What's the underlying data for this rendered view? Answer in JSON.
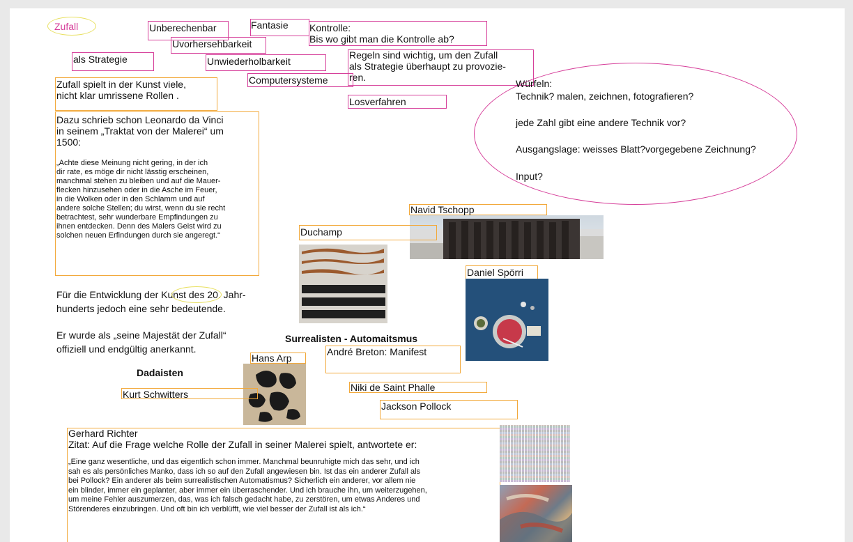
{
  "top": {
    "zufall": "Zufall",
    "unberechenbar": "Unberechenbar",
    "fantasie": "Fantasie",
    "kontrolle": "Kontrolle:\nBis wo gibt man die Kontrolle ab?",
    "uvorhersehbarkeit": "Uvorhersehbarkeit",
    "als_strategie": "als Strategie",
    "unwiederholbarkeit": "Unwiederholbarkeit",
    "regeln": "Regeln sind wichtig, um den Zufall\nals Strategie überhaupt zu provozie-\nren.",
    "computersysteme": "Computersysteme",
    "losverfahren": "Losverfahren"
  },
  "wuerfeln": {
    "heading": "Würfeln:",
    "line1": "Technik? malen, zeichnen, fotografieren?",
    "line2": "jede Zahl gibt eine andere Technik vor?",
    "line3": "Ausgangslage: weisses Blatt?vorgegebene Zeichnung?",
    "line4": "Input?"
  },
  "left": {
    "intro": "Zufall spielt in der Kunst viele,\nnicht klar umrissene Rollen .",
    "leonardo": "Dazu schrieb schon Leonardo da Vinci\nin seinem „Traktat von der Malerei“ um\n1500:",
    "quote": "„Achte diese Meinung nicht gering, in der ich\ndir rate, es möge dir nicht lässtig erscheinen,\nmanchmal stehen zu bleiben und auf die Mauer-\nflecken hinzusehen oder in die Asche im Feuer,\nin die Wolken oder in den Schlamm und auf\nandere solche Stellen; du wirst, wenn du sie recht\nbetrachtest, sehr wunderbare Empfindungen zu\nihnen entdecken. Denn des Malers Geist wird zu\nsolchen neuen Erfindungen durch sie angeregt.“",
    "entwicklung": "Für die Entwicklung der Kunst des 20. Jahr-\nhunderts jedoch eine sehr bedeutende.",
    "majestaet": "Er wurde als „seine Majestät der Zufall“\noffiziell und endgültig anerkannt."
  },
  "artists": {
    "navid": "Navid Tschopp",
    "duchamp": "Duchamp",
    "spoerri": "Daniel Spörri",
    "surrealisten": "Surrealisten - Automaitsmus",
    "breton": "André Breton: Manifest",
    "arp": "Hans Arp",
    "dadaisten": "Dadaisten",
    "schwitters": "Kurt Schwitters",
    "saint_phalle": "Niki de Saint Phalle",
    "pollock": "Jackson Pollock"
  },
  "richter": {
    "name": "Gerhard Richter",
    "zitat": "Zitat: Auf die Frage welche Rolle der Zufall in seiner Malerei spielt, antwortete er:",
    "quote": "„Eine ganz wesentliche, und das eigentlich schon immer. Manchmal beunruhigte mich das sehr, und ich\nsah es als persönliches Manko, dass ich so auf den Zufall angewiesen bin.  Ist das ein anderer Zufall als\nbei Pollock? Ein anderer als beim surrealistischen Automatismus? Sicherlich ein anderer, vor allem nie\nein blinder, immer ein geplanter, aber immer ein überraschender. Und ich brauche ihn, um weiterzugehen,\num meine Fehler auszumerzen, das, was ich falsch gedacht habe, zu zerstören, um etwas Anderes und\nStörenderes einzubringen. Und oft bin ich verblüfft, wie viel besser der Zufall ist als ich.“"
  },
  "colors": {
    "pink": "#d63f9a",
    "orange": "#f2a93b",
    "ellipse_yellow": "#e8e060"
  }
}
